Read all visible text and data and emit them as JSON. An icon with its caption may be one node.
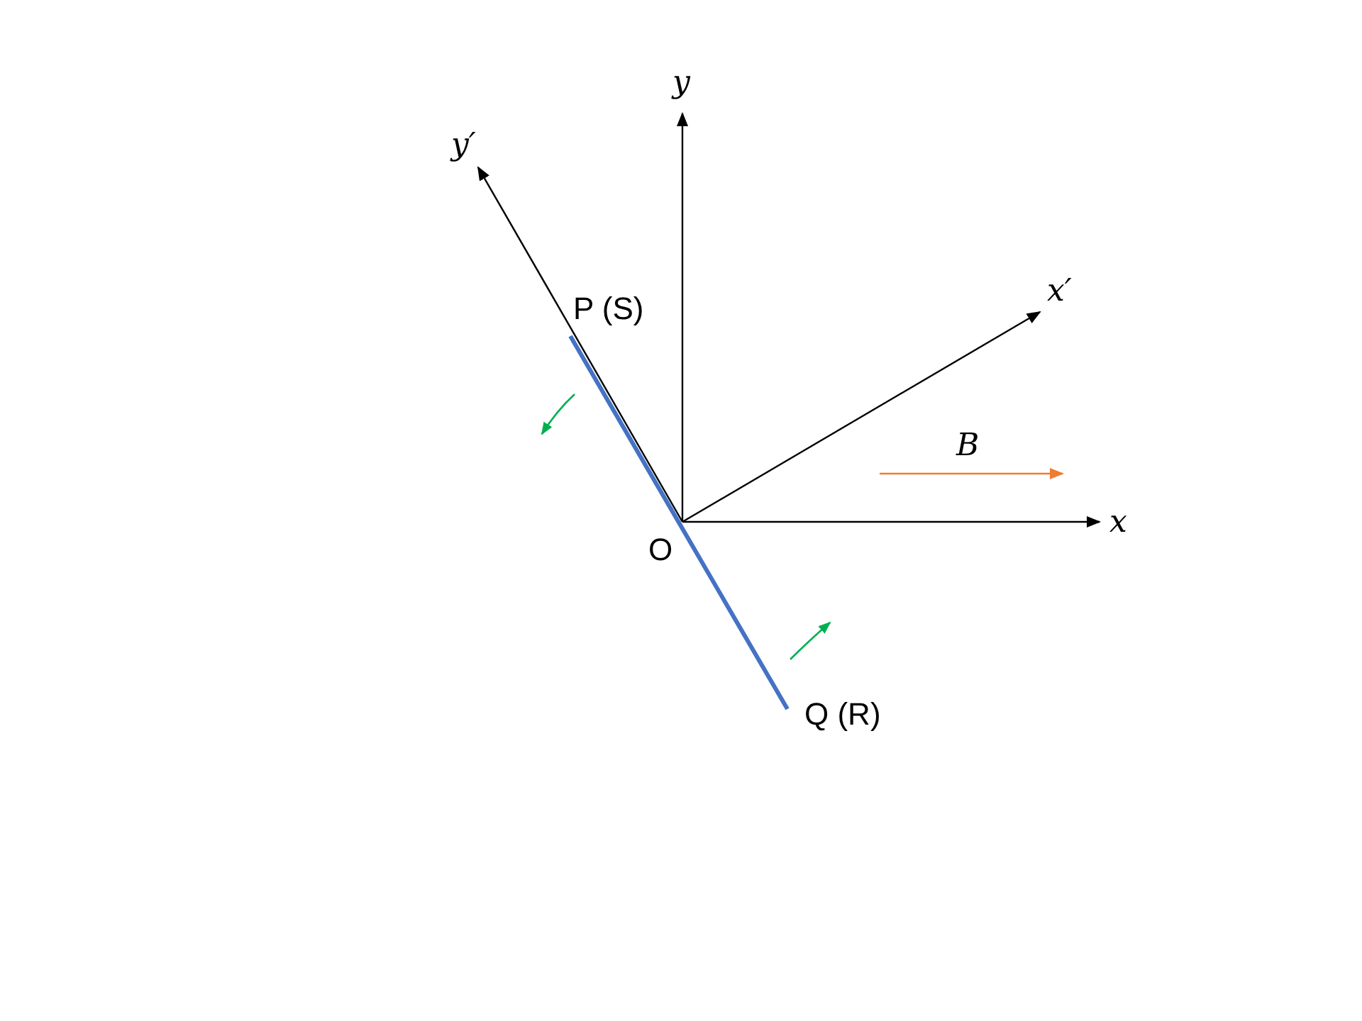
{
  "diagram": {
    "nodes": [
      {
        "text": [
          "P (S)"
        ]
      },
      {
        "text": [
          "Q (R)"
        ]
      }
    ],
    "edges": [
      {
        "from": 0,
        "to": 1,
        "arrow": "none",
        "color": "#4472c4"
      }
    ],
    "labels": [
      "y",
      "y′",
      "x′",
      "B",
      "x",
      "O"
    ]
  }
}
